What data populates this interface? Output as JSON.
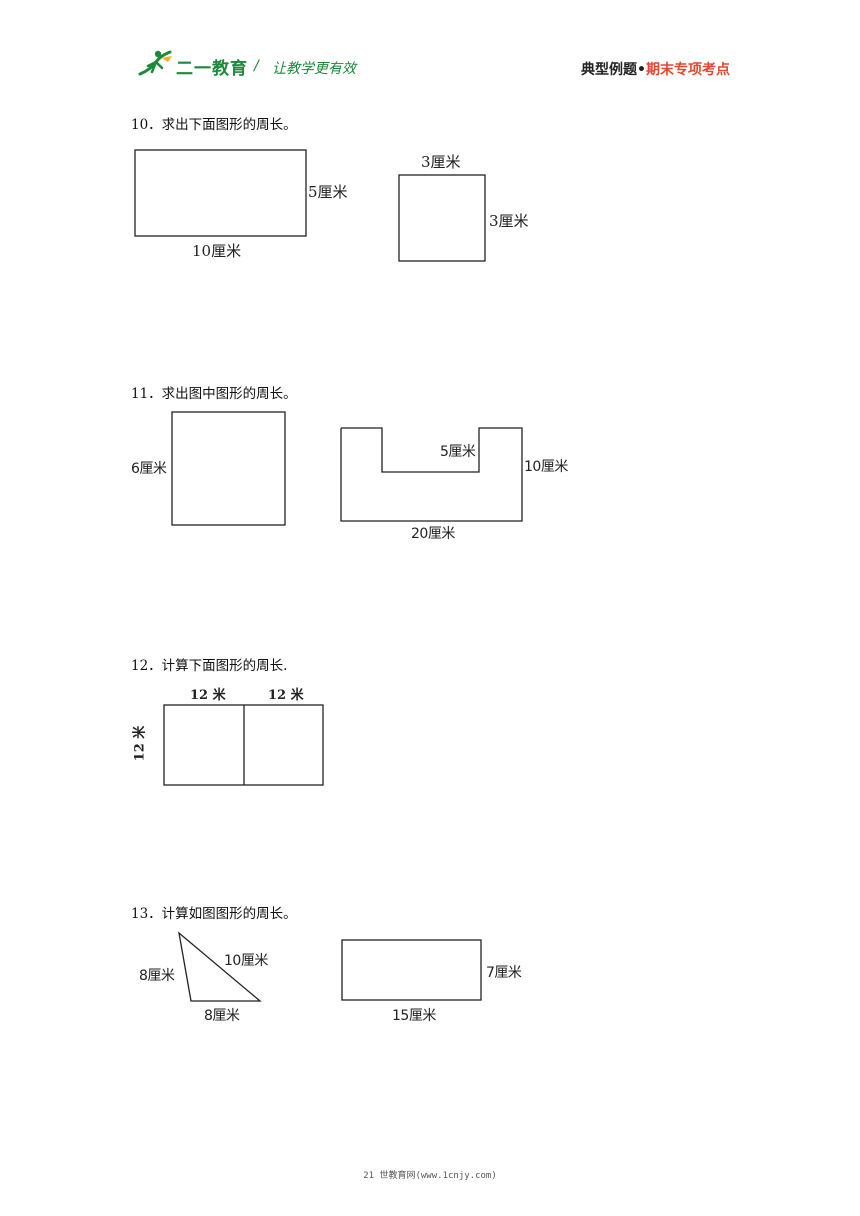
{
  "header": {
    "logo_text": "二一教育",
    "logo_slash": "/",
    "logo_slogan": "让教学更有效",
    "right_main": "典型例题•",
    "right_accent": "期末专项考点",
    "accent_color": "#e04a2e",
    "brand_color": "#1d8a3a"
  },
  "questions": [
    {
      "title": "10．求出下面图形的周长。",
      "figures": [
        {
          "shape": "rectangle",
          "labels": {
            "right": "5厘米",
            "bottom": "10厘米"
          }
        },
        {
          "shape": "square",
          "labels": {
            "top": "3厘米",
            "right": "3厘米"
          }
        }
      ]
    },
    {
      "title": "11．求出图中图形的周长。",
      "figures": [
        {
          "shape": "square",
          "labels": {
            "left": "6厘米"
          }
        },
        {
          "shape": "u-shape",
          "labels": {
            "notch": "5厘米",
            "right": "10厘米",
            "bottom": "20厘米"
          }
        }
      ]
    },
    {
      "title": "12．计算下面图形的周长.",
      "figures": [
        {
          "shape": "two-squares",
          "labels": {
            "top_left": "12 米",
            "top_right": "12 米",
            "left": "12 米"
          }
        }
      ]
    },
    {
      "title": "13．计算如图图形的周长。",
      "figures": [
        {
          "shape": "triangle",
          "labels": {
            "left": "8厘米",
            "hypotenuse": "10厘米",
            "bottom": "8厘米"
          }
        },
        {
          "shape": "rectangle",
          "labels": {
            "right": "7厘米",
            "bottom": "15厘米"
          }
        }
      ]
    }
  ],
  "footer": "21 世教育网(www.1cnjy.com)"
}
